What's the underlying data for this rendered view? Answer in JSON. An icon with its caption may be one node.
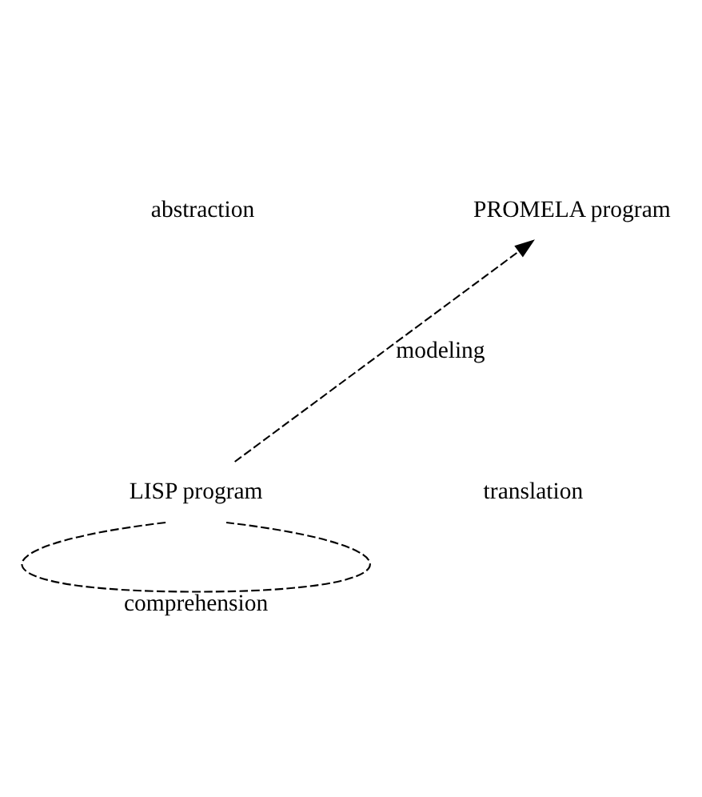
{
  "diagram": {
    "nodes": [
      {
        "text": [
          "LISP program"
        ]
      },
      {
        "text": [
          "PROMELA program"
        ]
      }
    ],
    "edges": [
      {
        "from": 0,
        "to": 1,
        "arrow": "to",
        "label": "modeling",
        "style": "dashed"
      },
      {
        "from": 0,
        "to": 0,
        "arrow": "none",
        "label": "comprehension",
        "style": "dashed"
      }
    ],
    "labels": [
      "abstraction",
      "translation"
    ]
  }
}
